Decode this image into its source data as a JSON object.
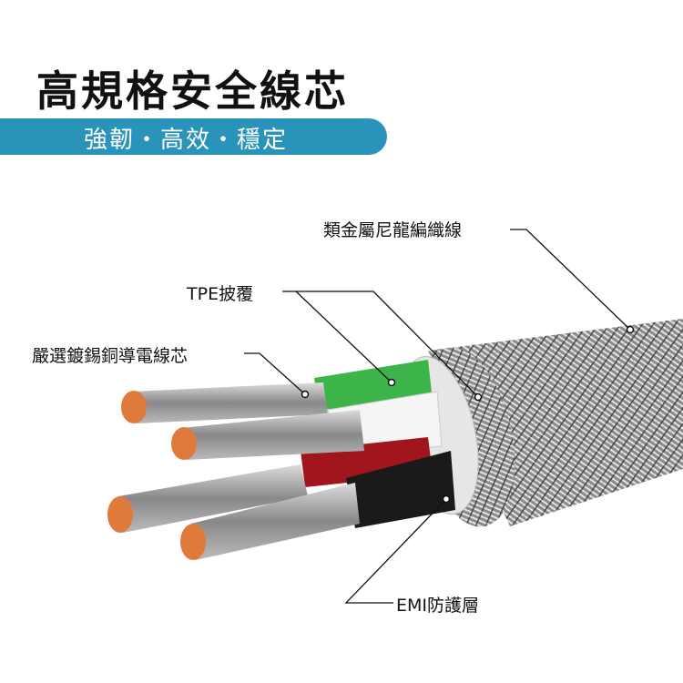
{
  "header": {
    "title": "高規格安全線芯",
    "subtitle": "強韌・高效・穩定"
  },
  "labels": {
    "braid": "類金屬尼龍編織線",
    "tpe": "TPE披覆",
    "conductor": "嚴選鍍錫銅導電線芯",
    "emi": "EMI防護層"
  },
  "colors": {
    "banner": "#2a93b9",
    "copper": "#e07a3a",
    "green": "#3cb44a",
    "red": "#a0161c",
    "black": "#1a1a1a"
  }
}
